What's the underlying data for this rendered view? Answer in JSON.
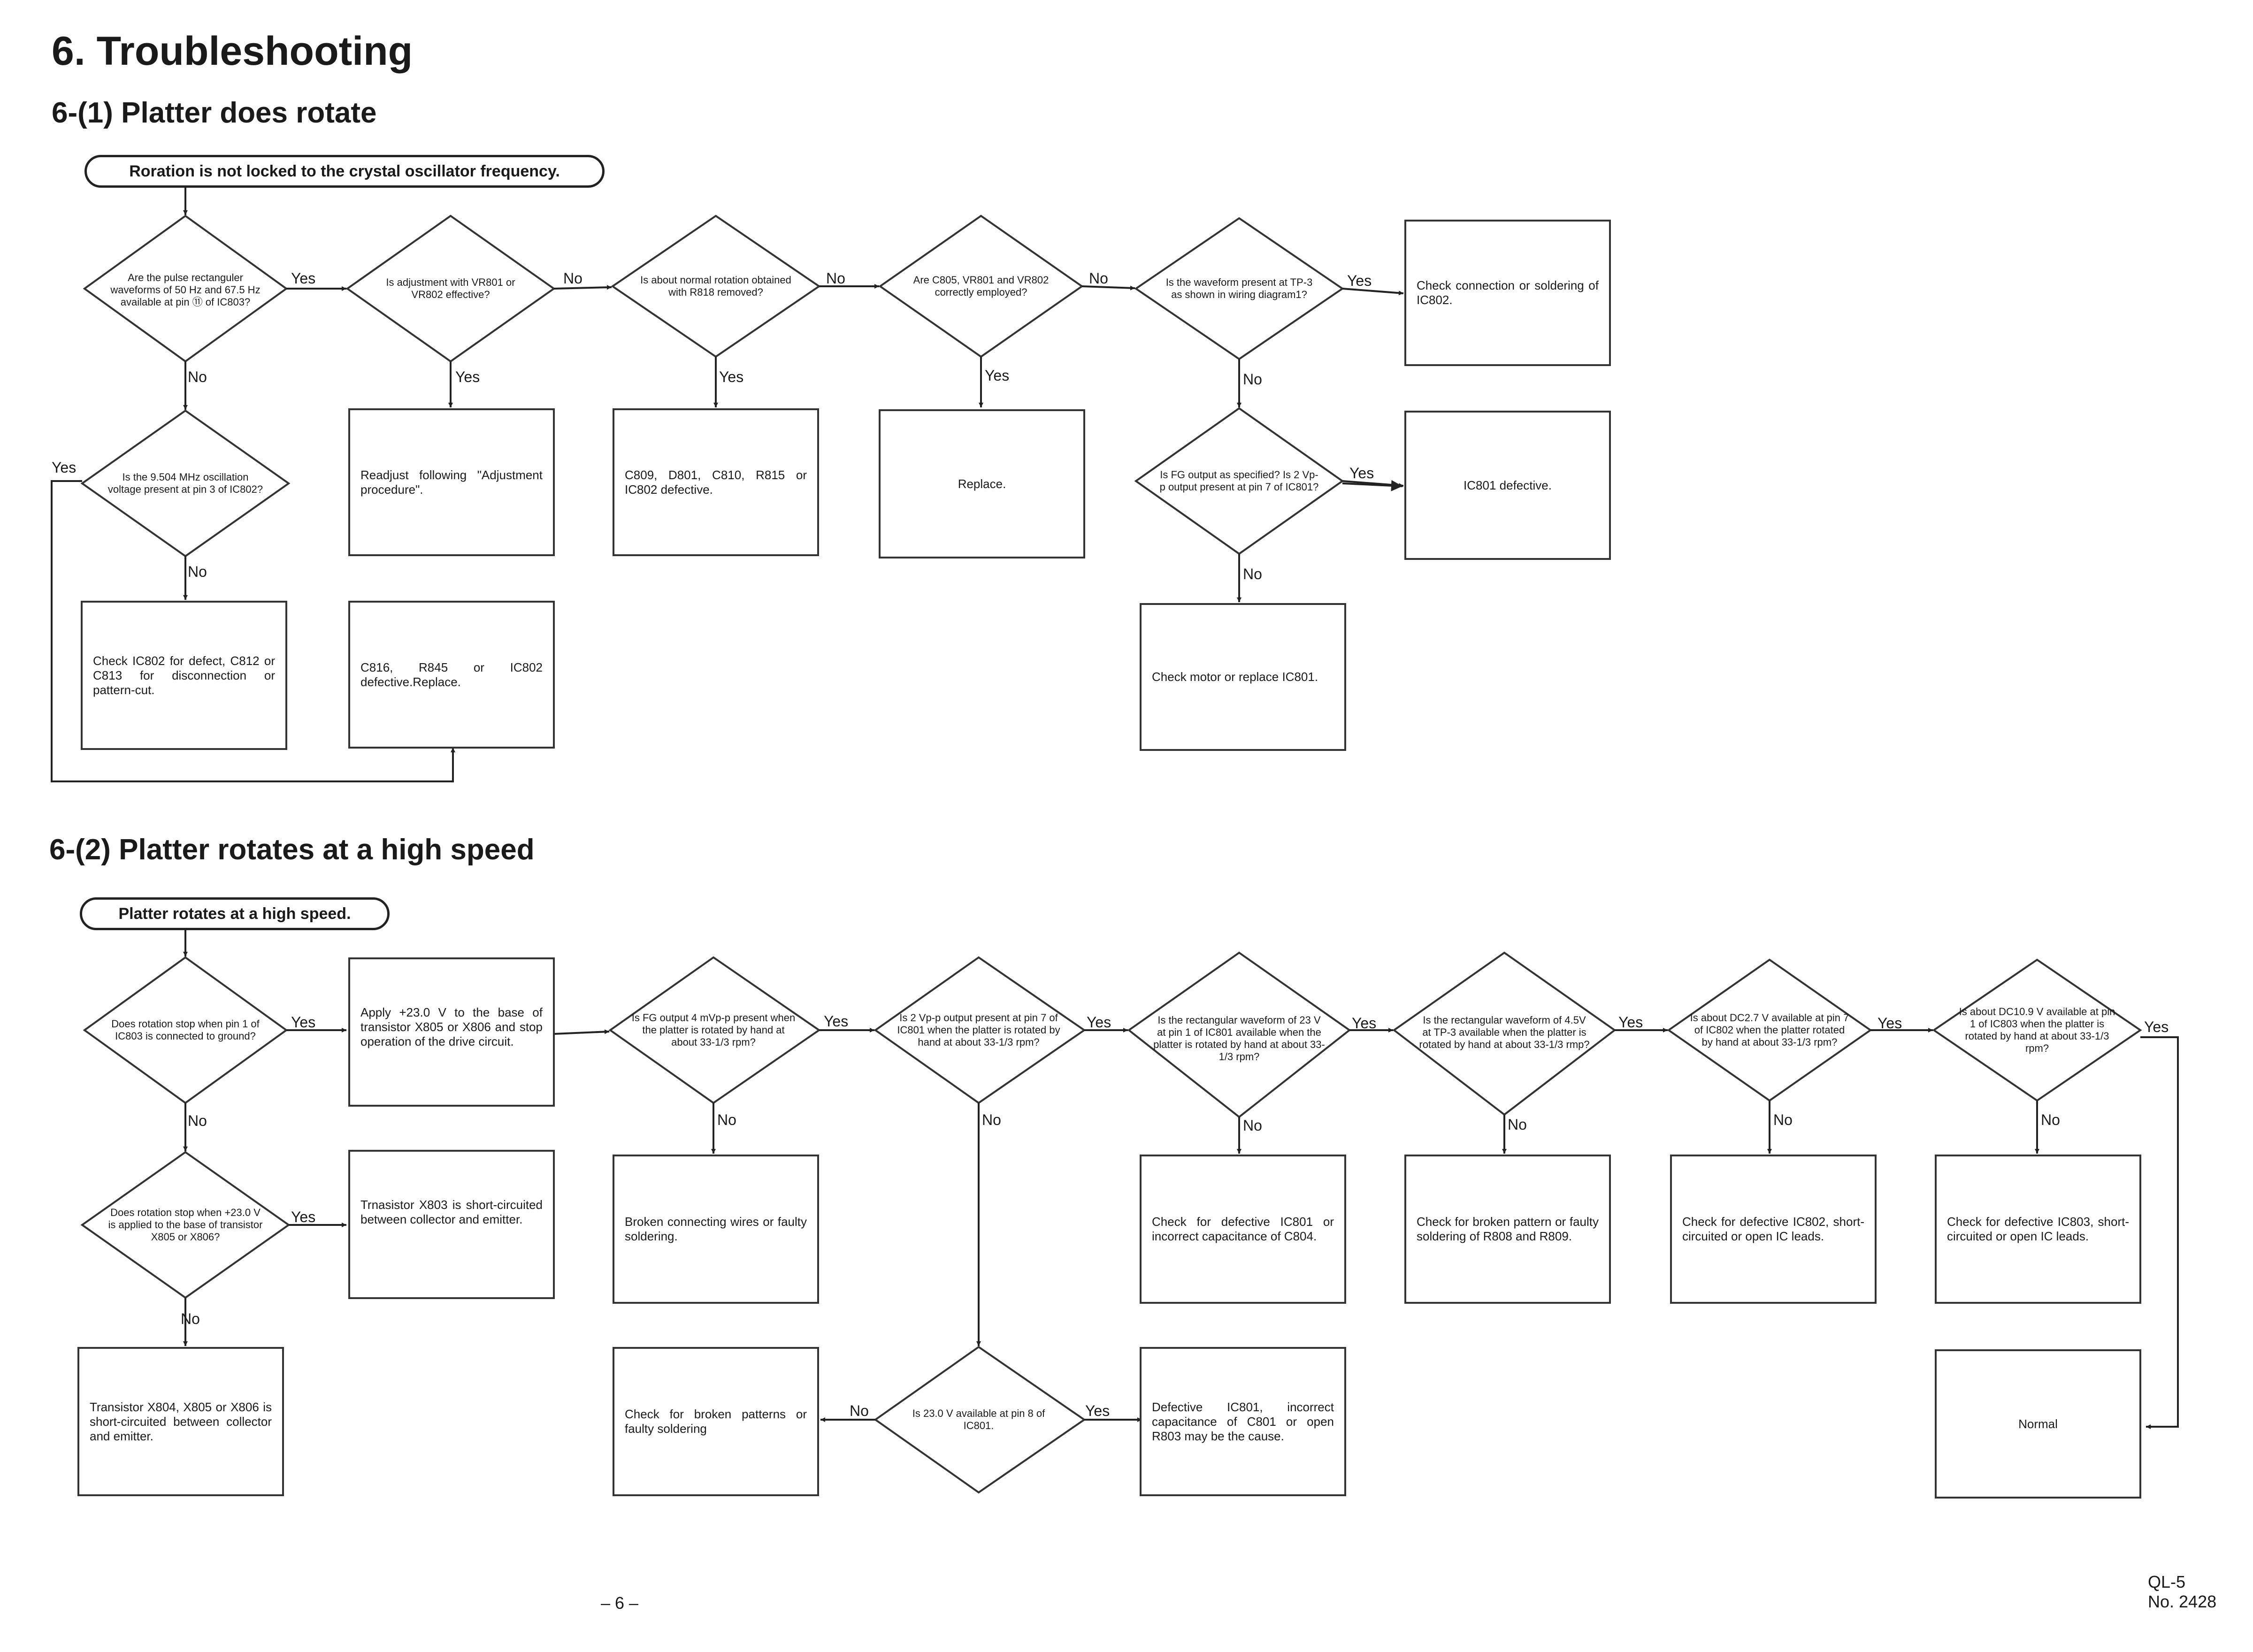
{
  "title": "6. Troubleshooting",
  "section1": {
    "title": "6-(1) Platter does rotate",
    "start": "Roration is not locked to the crystal oscillator frequency.",
    "d1": "Are the pulse rectanguler waveforms of 50 Hz and 67.5 Hz available at pin ⑪ of IC803?",
    "d2": "Is adjustment with VR801 or VR802 effective?",
    "d3": "Is about normal rotation obtained with R818 removed?",
    "d4": "Are C805, VR801 and VR802 correctly employed?",
    "d5": "Is the waveform present at TP-3 as shown in wiring diagram1?",
    "d6": "Is the 9.504 MHz oscillation voltage present at pin 3 of IC802?",
    "d7": "Is FG output as specified? Is 2 Vp-p output present at pin 7 of IC801?",
    "b1": "Check connection or soldering of IC802.",
    "b2": "Readjust following \"Adjustment procedure\".",
    "b3": "C809, D801, C810, R815 or IC802 defective.",
    "b4": "Replace.",
    "b5": "IC801 defective.",
    "b6": "Check IC802 for defect, C812 or C813 for disconnection or pattern-cut.",
    "b7": "C816, R845 or IC802 defective.Replace.",
    "b8": "Check motor or replace IC801."
  },
  "section2": {
    "title": "6-(2) Platter rotates at a high speed",
    "start": "Platter rotates at a high speed.",
    "d1": "Does rotation stop when pin 1 of IC803 is connected to ground?",
    "d2": "Is FG output 4 mVp-p present when the platter is rotated by hand at about 33-1/3 rpm?",
    "d3": "Is 2 Vp-p output present at pin 7 of IC801 when the platter is rotated by hand at about 33-1/3 rpm?",
    "d4": "Is the rectangular waveform of 23 V at pin 1 of IC801 available when the platter is rotated by hand at about 33-1/3 rpm?",
    "d5": "Is the rectangular waveform of 4.5V at TP-3 available when the platter is rotated by hand at about 33-1/3 rmp?",
    "d6": "Is about DC2.7 V available at pin 7 of IC802 when the platter rotated by hand at about 33-1/3 rpm?",
    "d7": "Is about DC10.9 V available at pin 1 of IC803 when the platter is rotated by hand at about 33-1/3 rpm?",
    "d8": "Does rotation stop when +23.0 V is applied to the base of transistor X805 or X806?",
    "d9": "Is 23.0 V available at pin 8 of IC801.",
    "b1": "Apply +23.0 V to the base of transistor X805 or X806 and stop operation of the drive circuit.",
    "b2": "Trnasistor X803 is short-circuited between collector and emitter.",
    "b3": "Broken connecting wires or faulty soldering.",
    "b4": "Check for defective IC801 or incorrect capacitance of C804.",
    "b5": "Check for broken pattern or faulty soldering of R808 and R809.",
    "b6": "Check for defective IC802, short-circuited or open IC leads.",
    "b7": "Check for defective IC803, short-circuited or open IC leads.",
    "b8": "Transistor X804, X805 or X806 is short-circuited between collector and emitter.",
    "b9": "Check for broken patterns or faulty soldering",
    "b10": "Defective IC801, incorrect capacitance of C801 or open R803 may be the cause.",
    "b11": "Normal"
  },
  "labels": {
    "yes": "Yes",
    "no": "No"
  },
  "footer": {
    "page": "– 6 –",
    "model": "QL-5",
    "number": "No. 2428"
  }
}
